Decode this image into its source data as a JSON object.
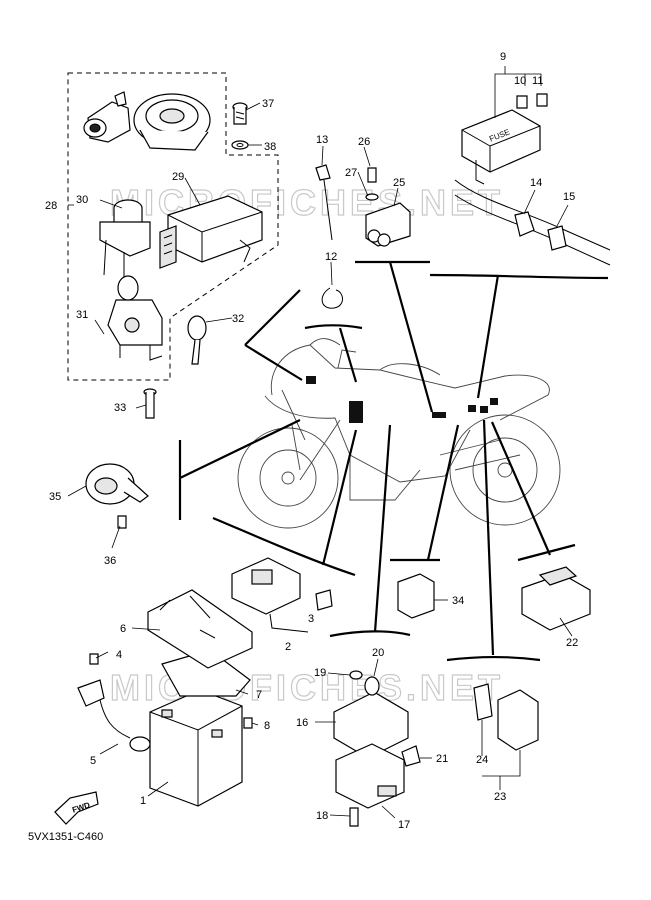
{
  "diagram_code": "5VX1351-C460",
  "fwd_label": "FWD",
  "fuse_label": "FUSE",
  "watermark": "MICROFICHES.NET",
  "callouts": {
    "c1": "1",
    "c2": "2",
    "c3": "3",
    "c4": "4",
    "c5": "5",
    "c6": "6",
    "c7": "7",
    "c8": "8",
    "c9": "9",
    "c10": "10",
    "c11": "11",
    "c12": "12",
    "c13": "13",
    "c14": "14",
    "c15": "15",
    "c16": "16",
    "c17": "17",
    "c18": "18",
    "c19": "19",
    "c20": "20",
    "c21": "21",
    "c22": "22",
    "c23": "23",
    "c24": "24",
    "c25": "25",
    "c26": "26",
    "c27": "27",
    "c28": "28",
    "c29": "29",
    "c30": "30",
    "c31": "31",
    "c32": "32",
    "c33": "33",
    "c34": "34",
    "c35": "35",
    "c36": "36",
    "c37": "37",
    "c38": "38"
  }
}
